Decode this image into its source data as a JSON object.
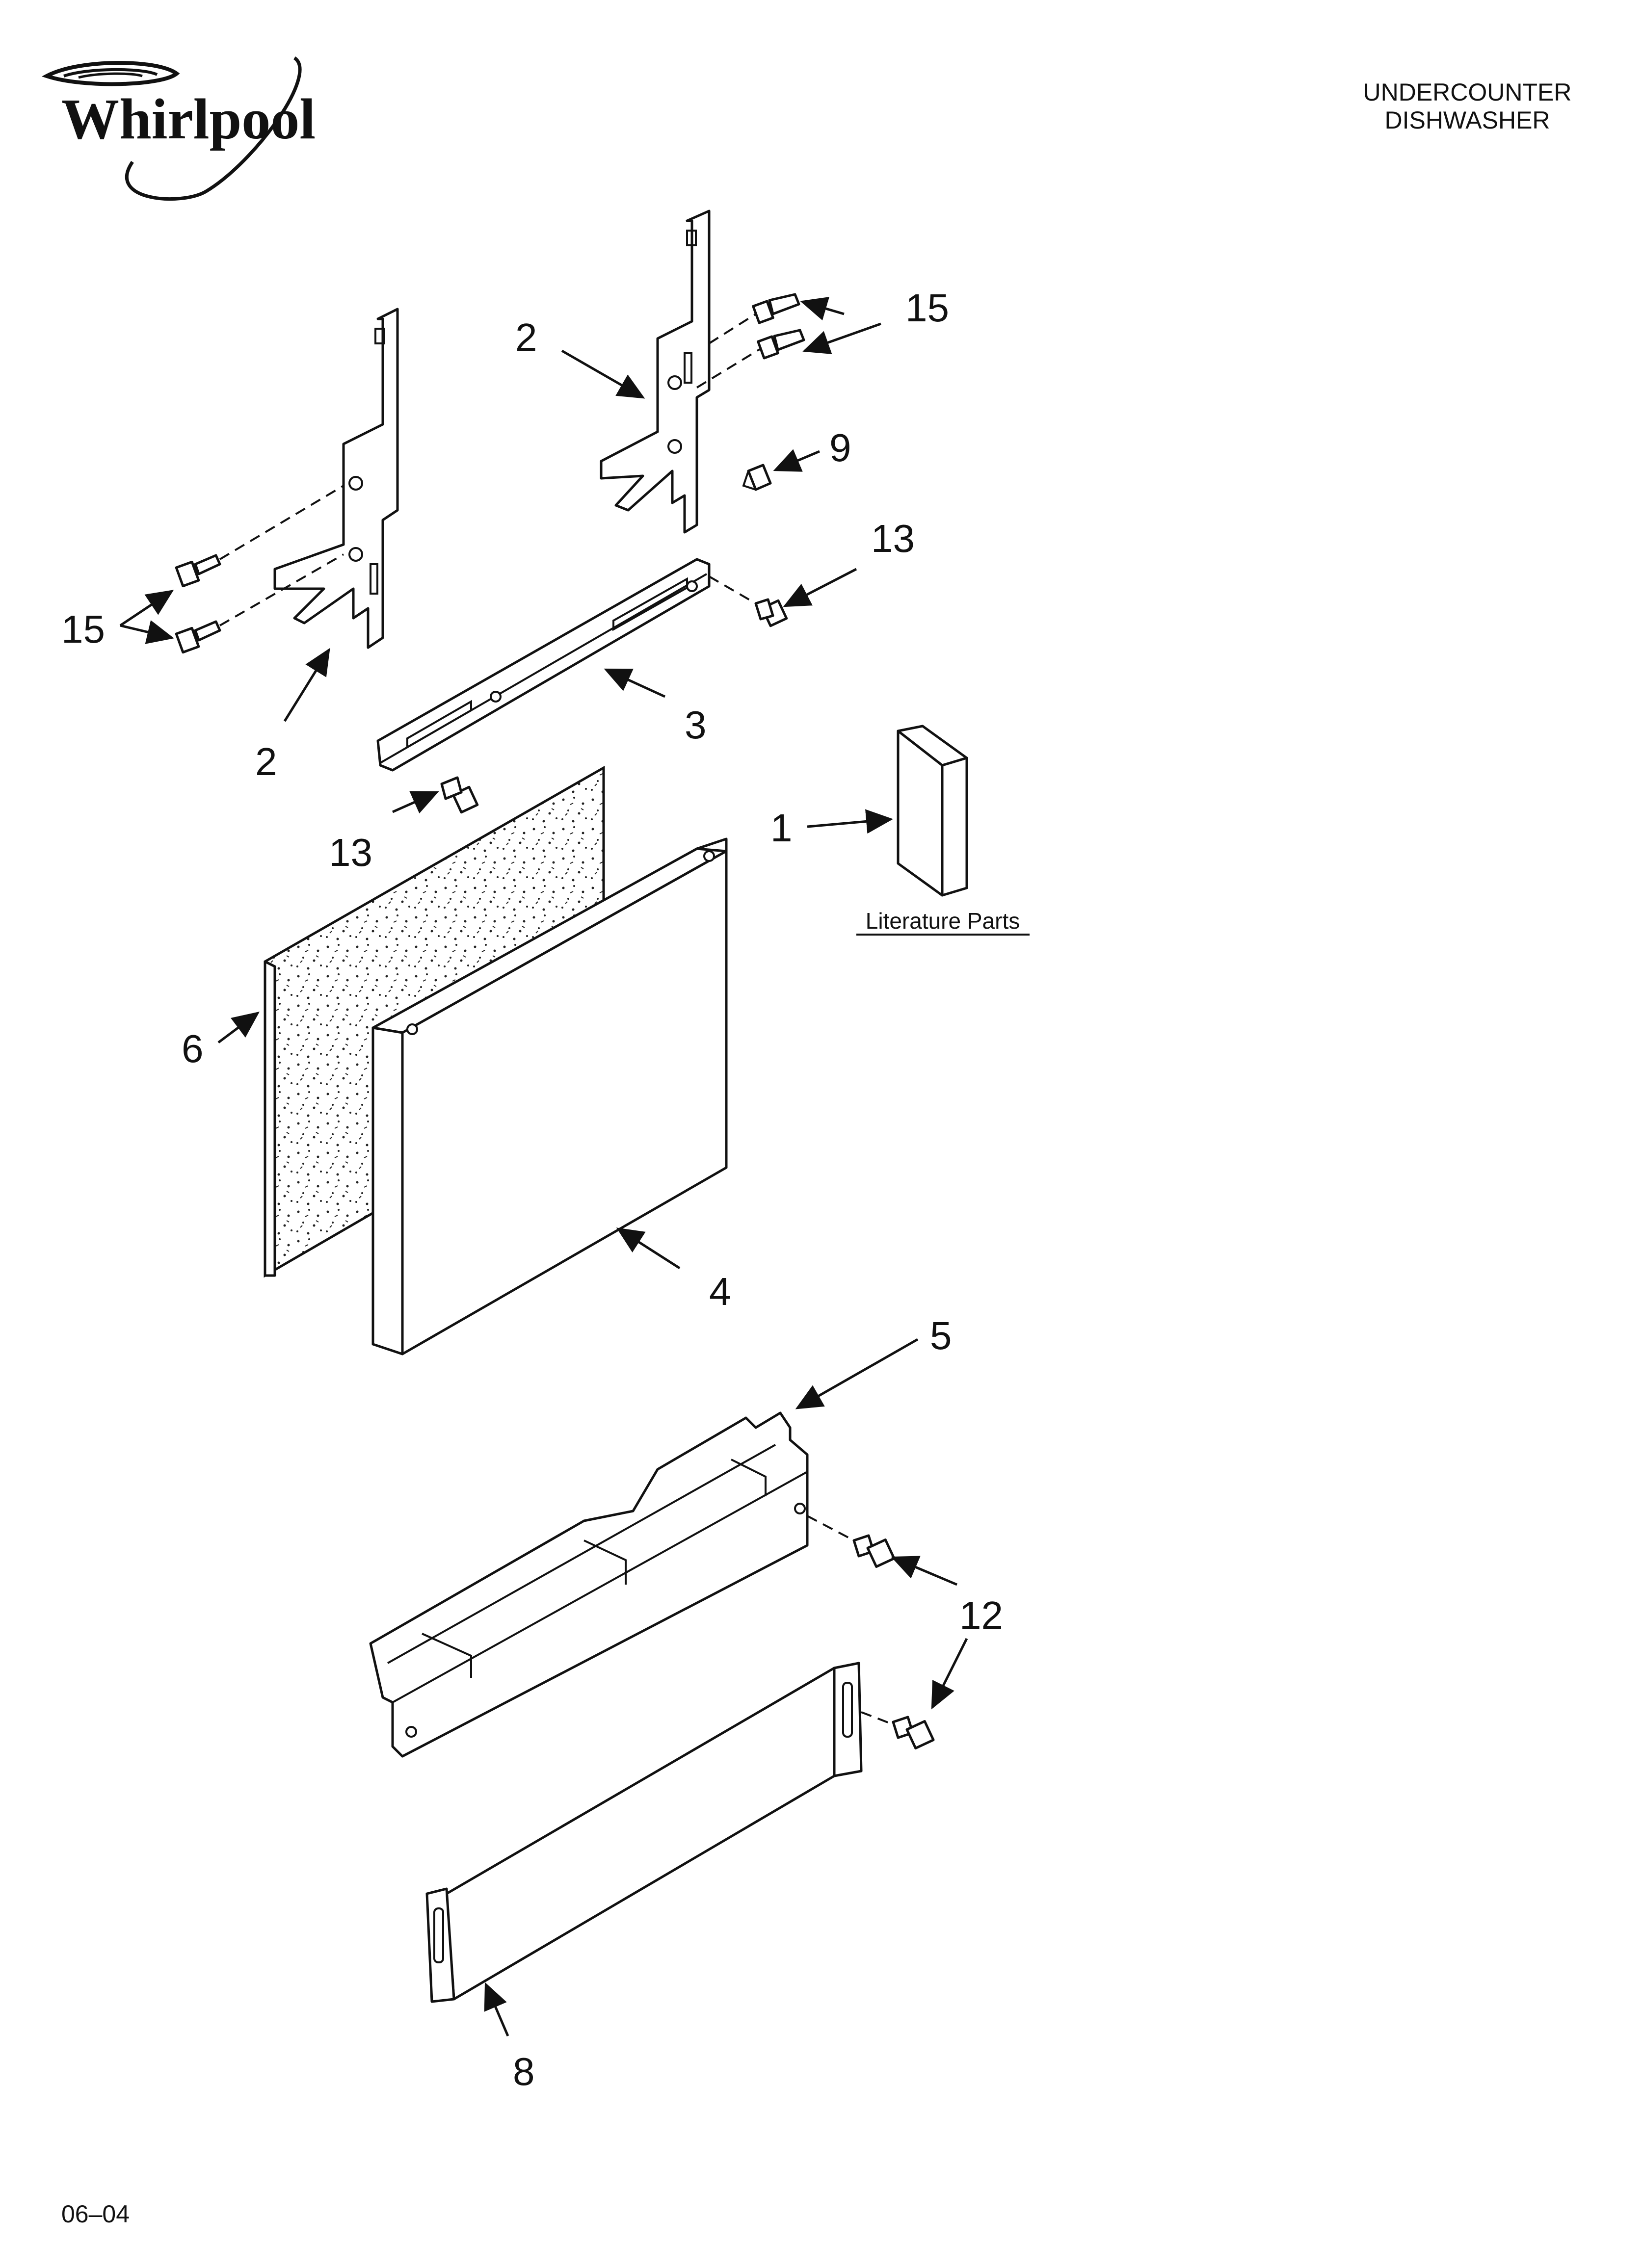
{
  "brand": {
    "logo_text": "Whirlpool"
  },
  "header": {
    "line1": "UNDERCOUNTER",
    "line2": "DISHWASHER"
  },
  "literature": {
    "label": "Literature Parts"
  },
  "footer": {
    "date": "06–04"
  },
  "callouts": {
    "c1": "1",
    "c2a": "2",
    "c2b": "2",
    "c3": "3",
    "c4": "4",
    "c5": "5",
    "c6": "6",
    "c8": "8",
    "c9": "9",
    "c12": "12",
    "c13a": "13",
    "c13b": "13",
    "c15a": "15",
    "c15b": "15"
  },
  "colors": {
    "ink": "#111111",
    "paper": "#ffffff"
  }
}
